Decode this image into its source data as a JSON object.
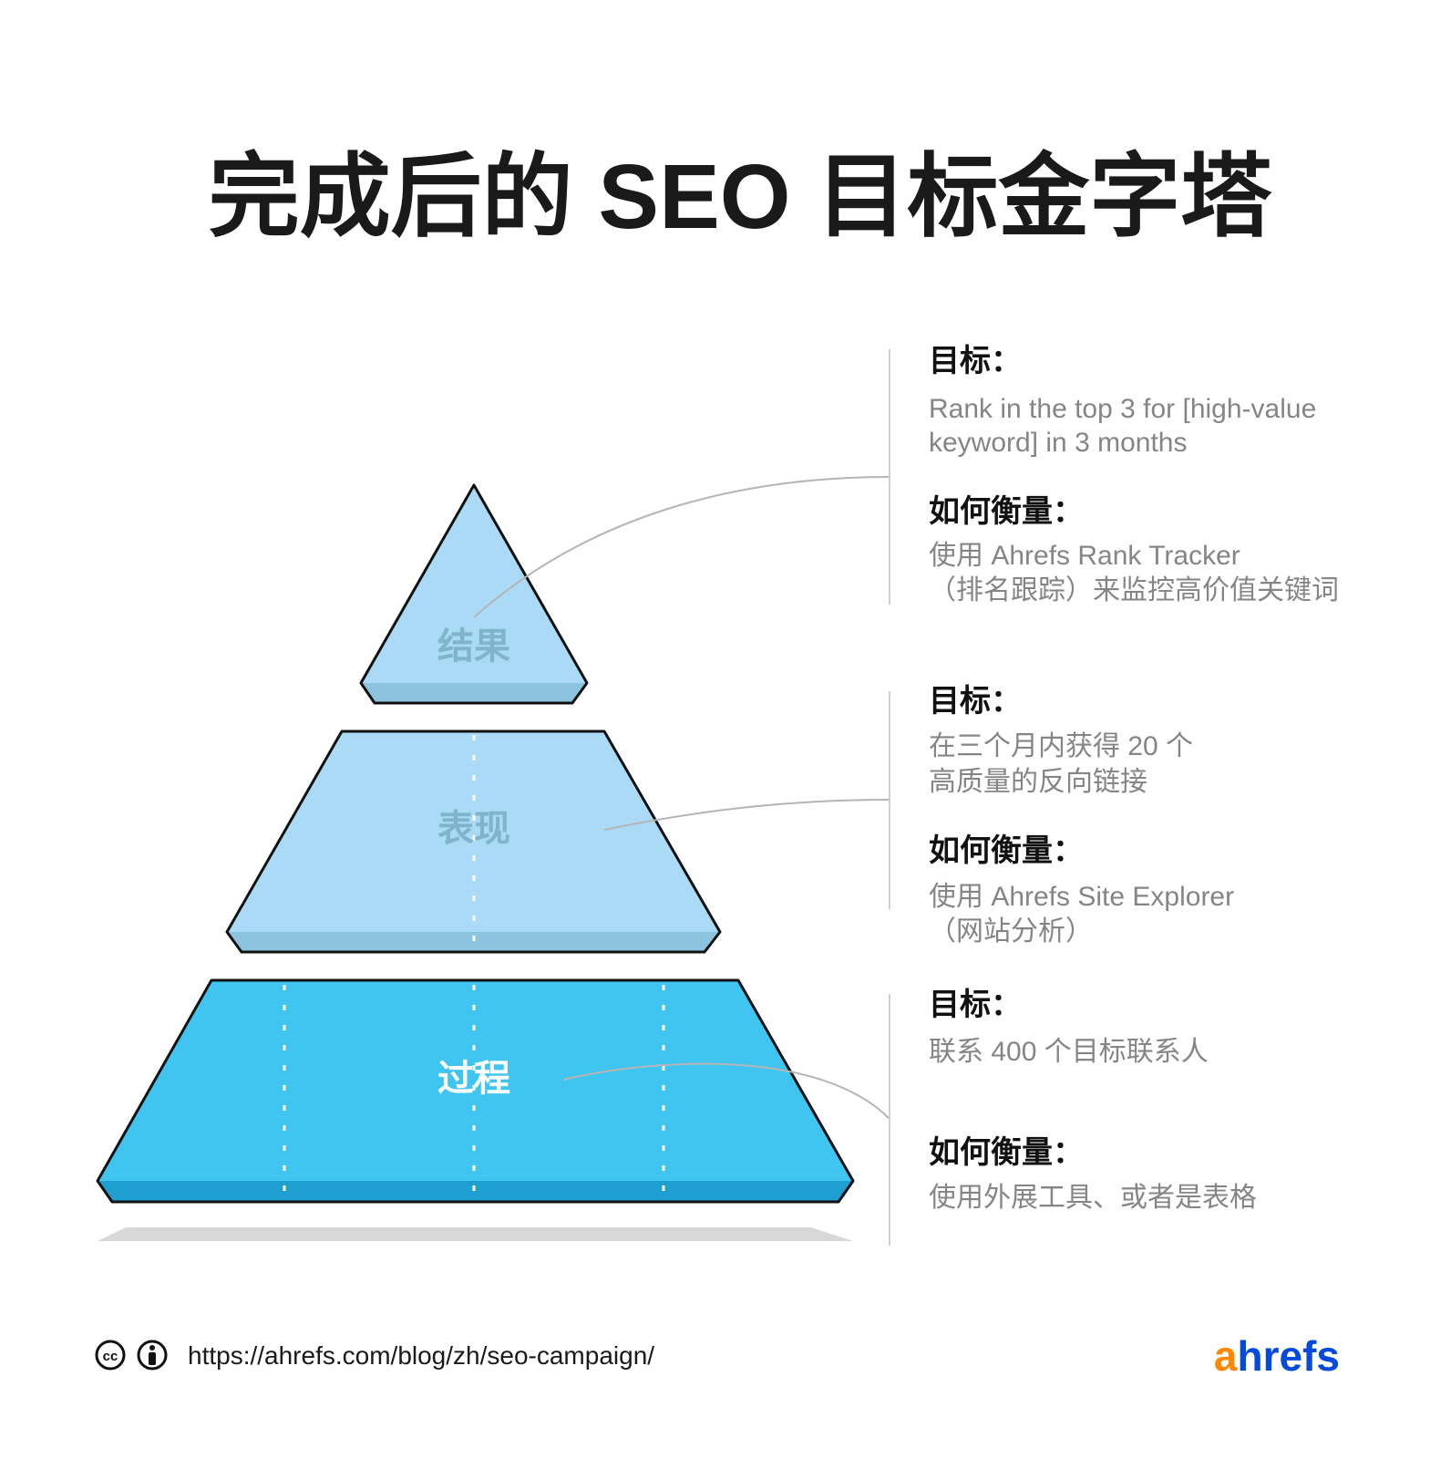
{
  "title": "完成后的 SEO 目标金字塔",
  "pyramid": {
    "levels": [
      {
        "label": "结果",
        "color": "#aadaf6",
        "band": "#8cc3df",
        "label_color": "#7fb5cc"
      },
      {
        "label": "表现",
        "color": "#aadaf6",
        "band": "#8cc3df",
        "label_color": "#7fb5cc"
      },
      {
        "label": "过程",
        "color": "#40c4f0",
        "band": "#1f9fd1",
        "label_color": "#ffffff"
      }
    ]
  },
  "sections": [
    {
      "goal_heading": "目标：",
      "goal_lines": [
        "Rank in the top 3 for [high-value",
        "keyword] in 3 months"
      ],
      "measure_heading": "如何衡量：",
      "measure_lines": [
        "使用 Ahrefs Rank Tracker",
        "（排名跟踪）来监控高价值关键词"
      ]
    },
    {
      "goal_heading": "目标：",
      "goal_lines": [
        "在三个月内获得 20 个",
        "高质量的反向链接"
      ],
      "measure_heading": "如何衡量：",
      "measure_lines": [
        "使用 Ahrefs Site Explorer",
        "（网站分析）"
      ]
    },
    {
      "goal_heading": "目标：",
      "goal_lines": [
        "联系 400 个目标联系人"
      ],
      "measure_heading": "如何衡量：",
      "measure_lines": [
        "使用外展工具、或者是表格"
      ]
    }
  ],
  "footer": {
    "license_icons": [
      "cc-icon",
      "attribution-icon"
    ],
    "url": "https://ahrefs.com/blog/zh/seo-campaign/",
    "logo_a": "a",
    "logo_rest": "hrefs",
    "logo_colors": {
      "a": "#ff8800",
      "rest": "#054ada"
    }
  }
}
